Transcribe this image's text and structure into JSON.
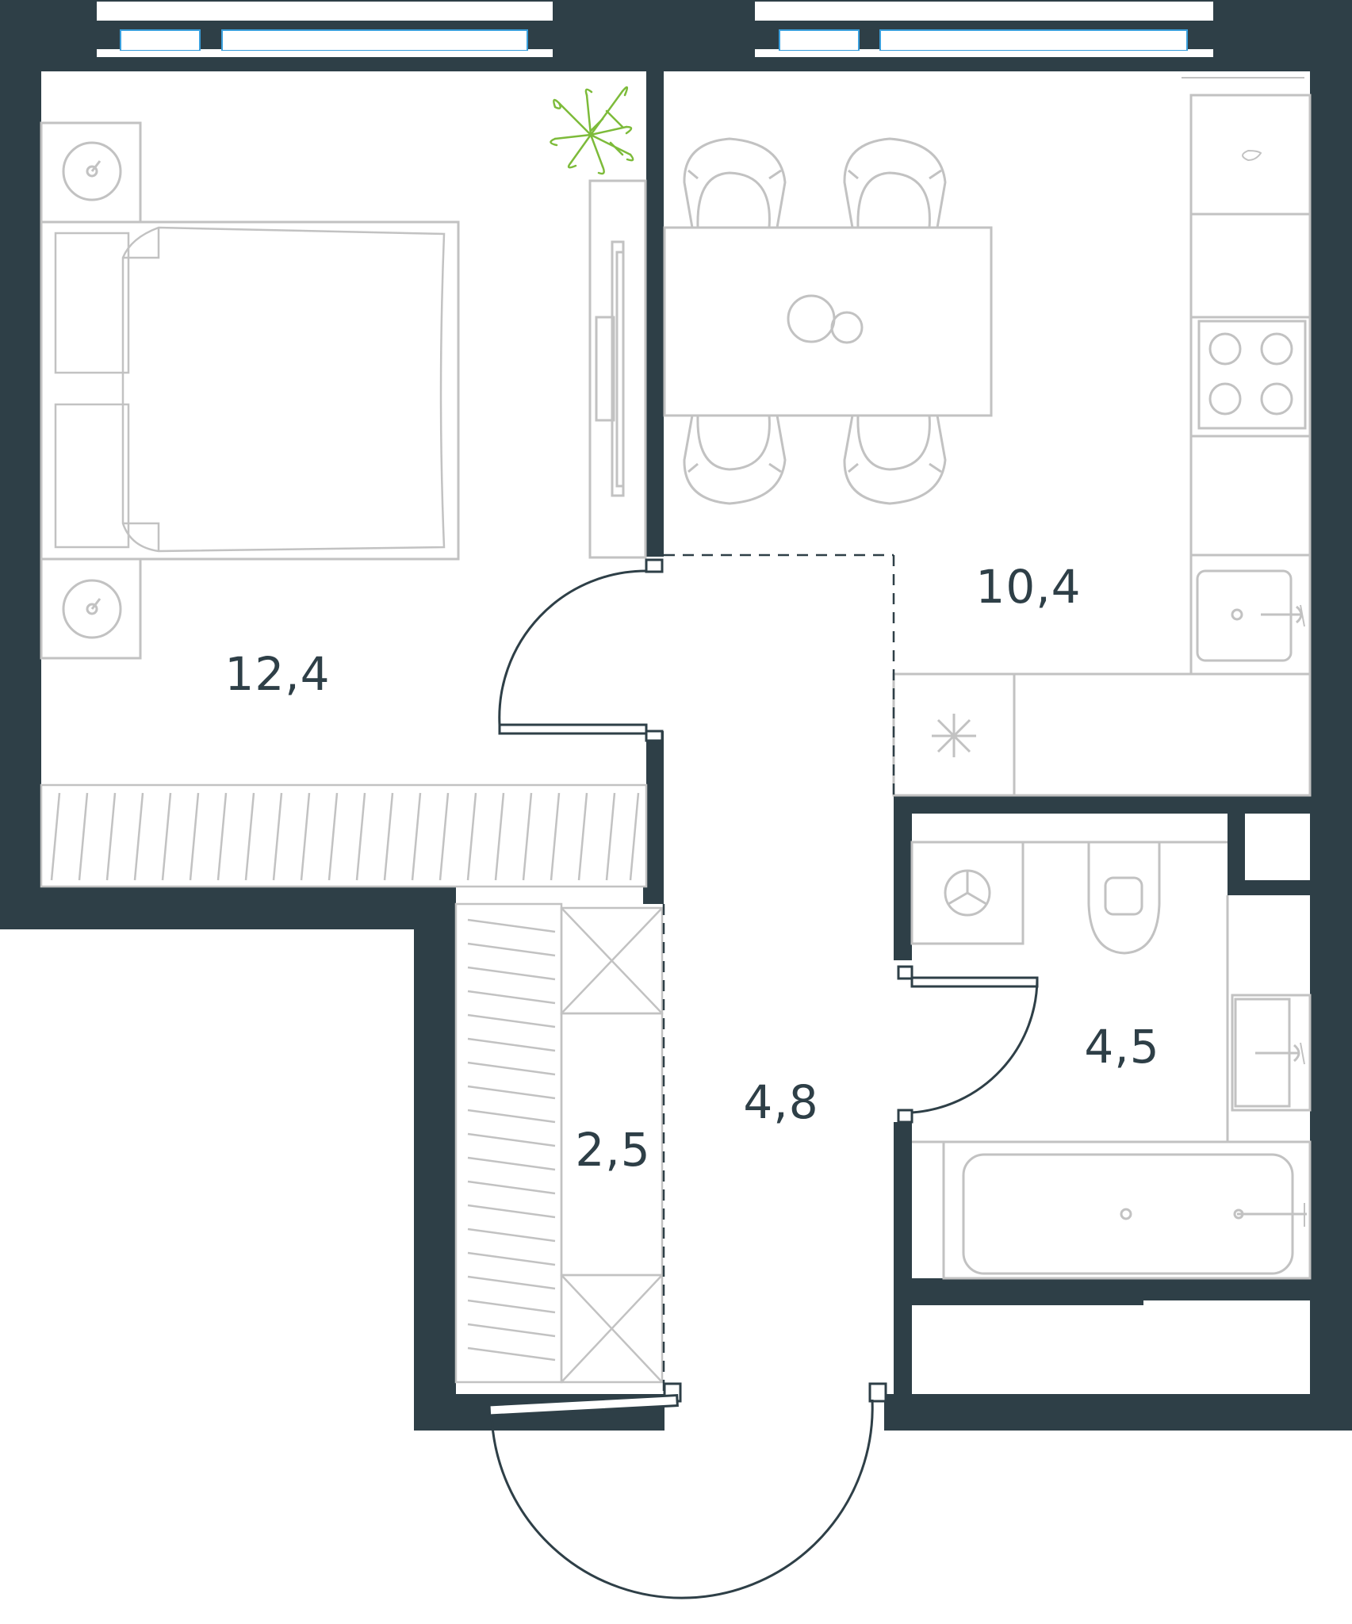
{
  "plan": {
    "colors": {
      "wall": "#2e3f47",
      "furniture": "#c2c2c2",
      "door": "#2e3f47",
      "window_glass": "#3a9fdc",
      "plant": "#7dbb3a",
      "background": "#ffffff"
    },
    "rooms": [
      {
        "id": "bedroom",
        "area": "12,4"
      },
      {
        "id": "kitchen-dining",
        "area": "10,4"
      },
      {
        "id": "hallway",
        "area": "4,8"
      },
      {
        "id": "bathroom",
        "area": "4,5"
      },
      {
        "id": "wardrobe",
        "area": "2,5"
      }
    ],
    "icons": [
      "plant-icon",
      "bed-icon",
      "nightstand-icon",
      "tv-stand-icon",
      "dining-table-icon",
      "chair-icon",
      "kitchen-sink-icon",
      "stove-icon",
      "fridge-icon",
      "washing-machine-icon",
      "toilet-icon",
      "washbasin-icon",
      "bathtub-icon",
      "wardrobe-icon",
      "door-icon",
      "window-icon"
    ]
  }
}
